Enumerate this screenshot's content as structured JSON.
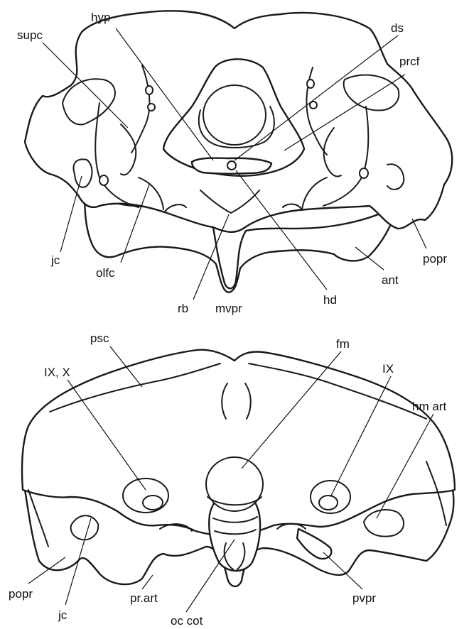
{
  "views": [
    {
      "labels": {
        "hyp": "hyp",
        "supc": "supc",
        "ds": "ds",
        "prcf": "prcf",
        "jc": "jc",
        "olfc": "olfc",
        "rb": "rb",
        "mvpr": "mvpr",
        "hd": "hd",
        "ant": "ant",
        "popr": "popr"
      }
    },
    {
      "labels": {
        "psc": "psc",
        "fm": "fm",
        "ix_x": "IX, X",
        "ix": "IX",
        "hm_art": "hm art",
        "popr": "popr",
        "jc": "jc",
        "pr_art": "pr.art",
        "oc_cot": "oc cot",
        "pvpr": "pvpr"
      }
    }
  ]
}
